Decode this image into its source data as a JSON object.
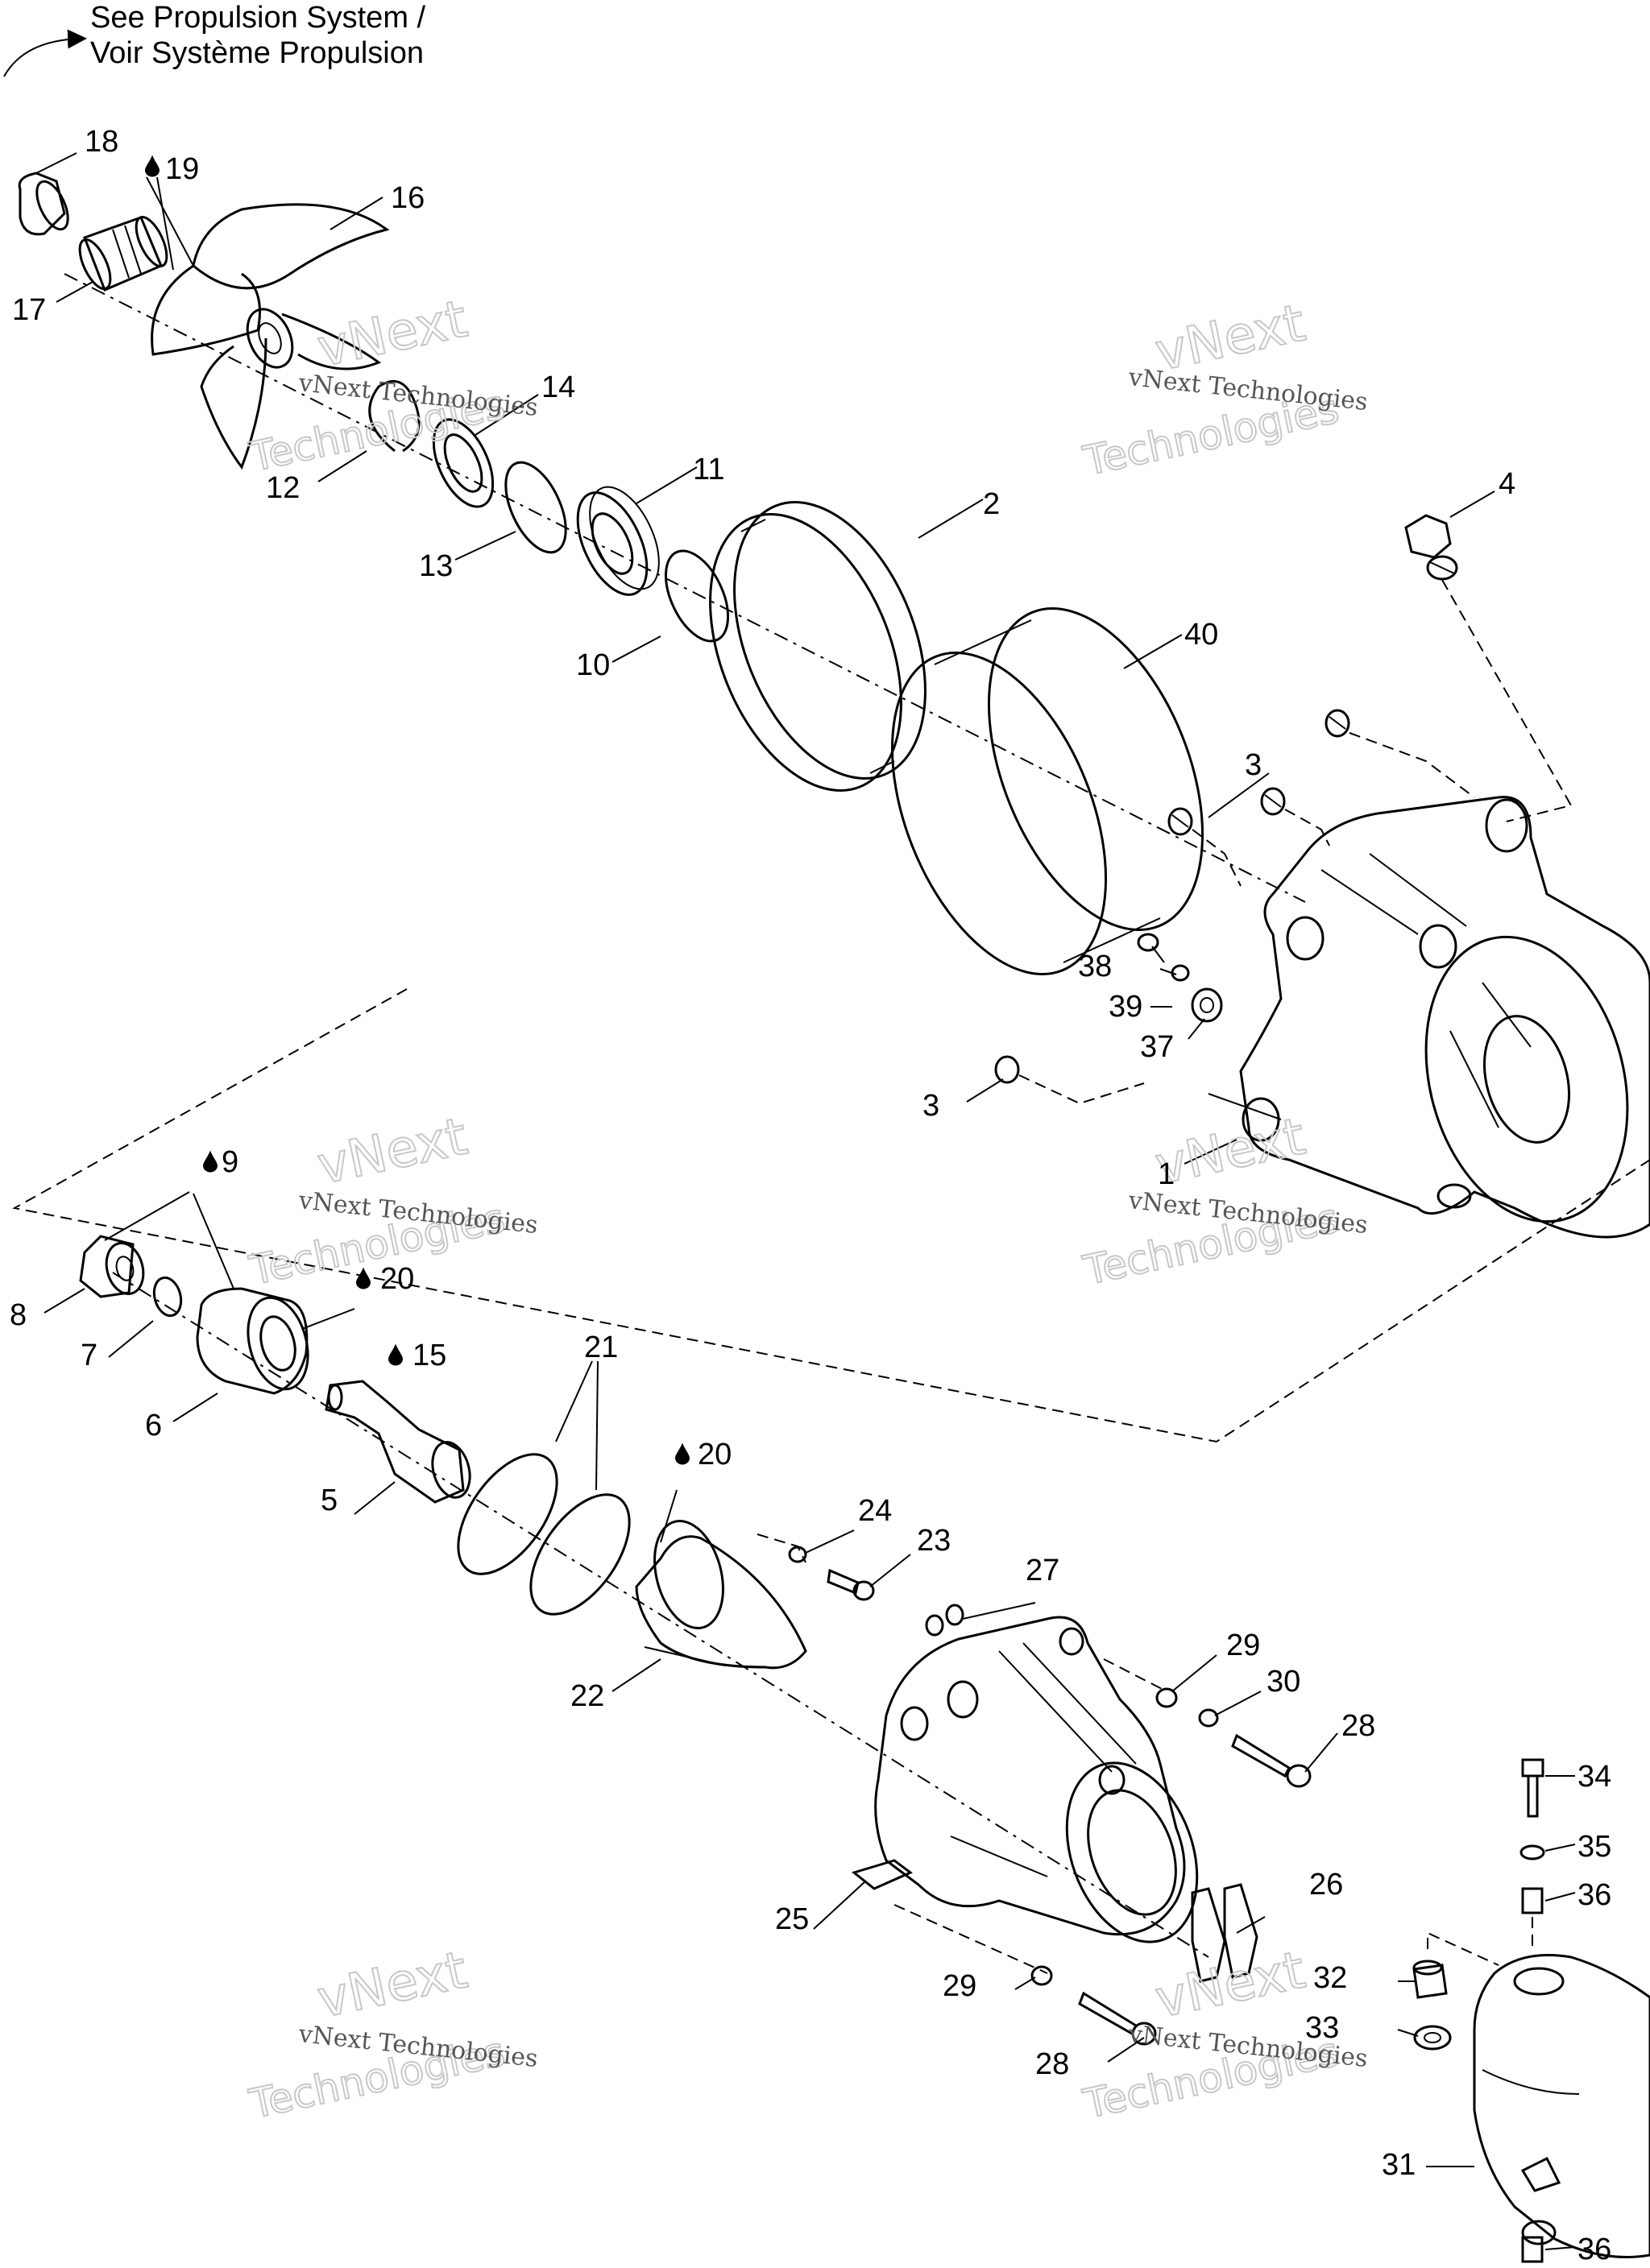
{
  "note": {
    "line1": "See Propulsion System /",
    "line2": "Voir Système Propulsion"
  },
  "watermark": {
    "line_small": "vNext Technologies",
    "line_a": "vNext",
    "line_b": "Technologies"
  },
  "callouts": {
    "c1": "1",
    "c2": "2",
    "c3a": "3",
    "c3b": "3",
    "c4": "4",
    "c5": "5",
    "c6": "6",
    "c7": "7",
    "c8": "8",
    "c9": "9",
    "c10": "10",
    "c11": "11",
    "c12": "12",
    "c13": "13",
    "c14": "14",
    "c15": "15",
    "c16": "16",
    "c17": "17",
    "c18": "18",
    "c19": "19",
    "c20a": "20",
    "c20b": "20",
    "c21": "21",
    "c22": "22",
    "c23": "23",
    "c24": "24",
    "c25": "25",
    "c26": "26",
    "c27": "27",
    "c28a": "28",
    "c28b": "28",
    "c29a": "29",
    "c29b": "29",
    "c30": "30",
    "c31": "31",
    "c32": "32",
    "c33": "33",
    "c34": "34",
    "c35": "35",
    "c36a": "36",
    "c36b": "36",
    "c37": "37",
    "c38": "38",
    "c39": "39",
    "c40": "40"
  },
  "icons": {
    "lubricant": "oil-drop-icon"
  }
}
